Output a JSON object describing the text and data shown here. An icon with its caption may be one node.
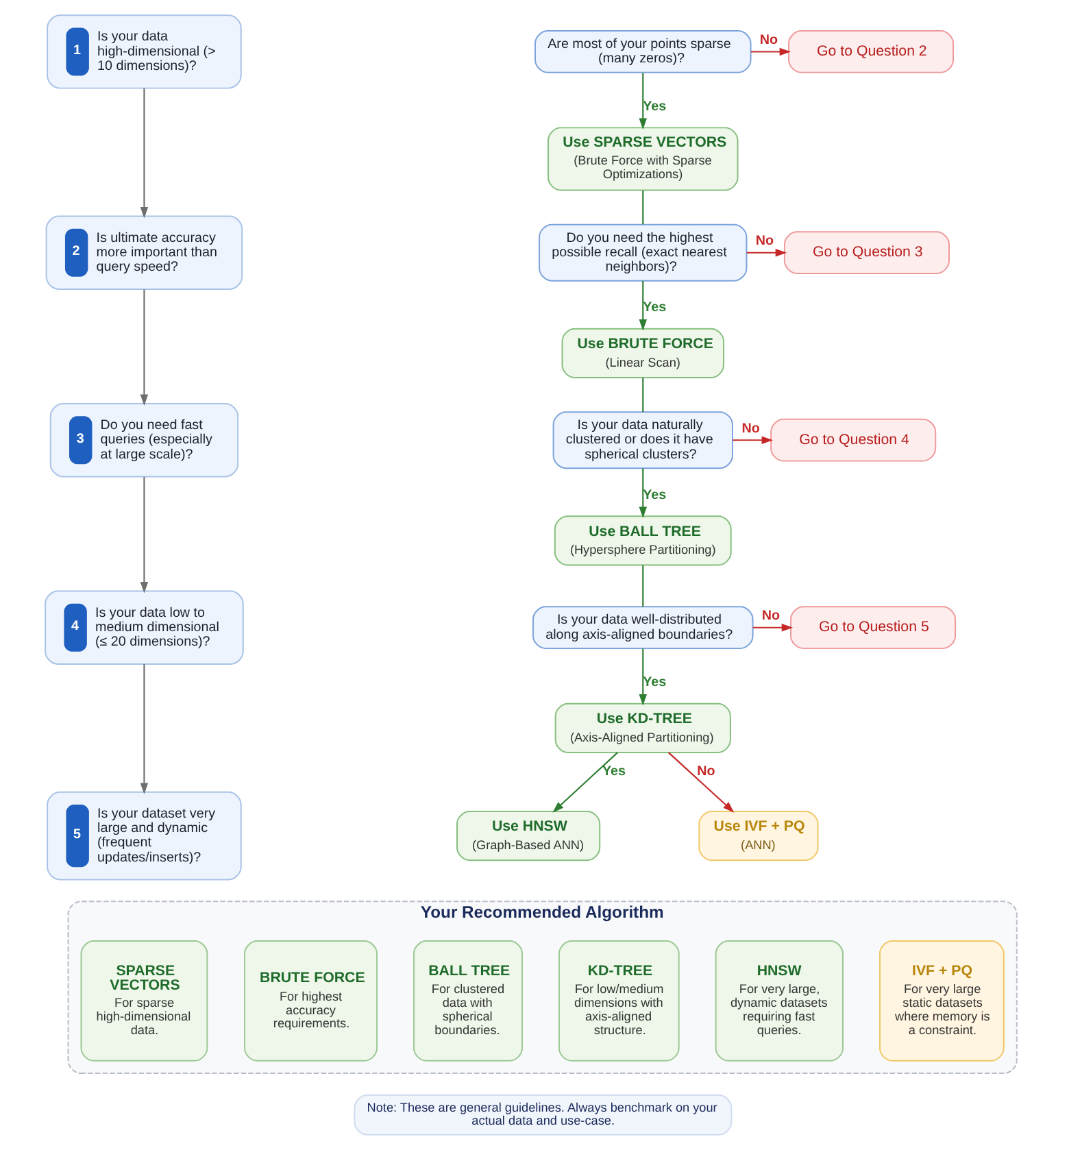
{
  "diagram": {
    "nodes": [
      {
        "text": [
          "1",
          "Is your data high-dimensional (> 10 dimensions)?"
        ]
      },
      {
        "text": [
          "2",
          "Is ultimate accuracy more important than query speed?"
        ]
      },
      {
        "text": [
          "3",
          "Do you need fast queries (especially at large scale)?"
        ]
      },
      {
        "text": [
          "4",
          "Is your data low to medium dimensional (≤ 20 dimensions)?"
        ]
      },
      {
        "text": [
          "5",
          "Is your dataset very large and dynamic (frequent updates/inserts)?"
        ]
      },
      {
        "text": [
          "Are most of your points sparse (many zeros)?"
        ]
      },
      {
        "text": [
          "Go to Question 2"
        ]
      },
      {
        "text": [
          "Use SPARSE VECTORS",
          "(Brute Force with Sparse Optimizations)"
        ]
      },
      {
        "text": [
          "Do you need the highest possible recall (exact nearest neighbors)?"
        ]
      },
      {
        "text": [
          "Go to Question 3"
        ]
      },
      {
        "text": [
          "Use BRUTE FORCE",
          "(Linear Scan)"
        ]
      },
      {
        "text": [
          "Is your data naturally clustered or does it have spherical clusters?"
        ]
      },
      {
        "text": [
          "Go to Question 4"
        ]
      },
      {
        "text": [
          "Use BALL TREE",
          "(Hypersphere Partitioning)"
        ]
      },
      {
        "text": [
          "Is your data well-distributed along axis-aligned boundaries?"
        ]
      },
      {
        "text": [
          "Go to Question 5"
        ]
      },
      {
        "text": [
          "Use KD-TREE",
          "(Axis-Aligned Partitioning)"
        ]
      },
      {
        "text": [
          "Use HNSW",
          "(Graph-Based ANN)"
        ]
      },
      {
        "text": [
          "Use IVF + PQ",
          "(ANN)"
        ]
      },
      {
        "text": [
          "Your Recommended Algorithm"
        ]
      },
      {
        "text": [
          "SPARSE VECTORS",
          "For sparse high-dimensional data."
        ],
        "in": 19
      },
      {
        "text": [
          "BRUTE FORCE",
          "For highest accuracy requirements."
        ],
        "in": 19
      },
      {
        "text": [
          "BALL TREE",
          "For clustered data with spherical boundaries."
        ],
        "in": 19
      },
      {
        "text": [
          "KD-TREE",
          "For low/medium dimensions with axis-aligned structure."
        ],
        "in": 19
      },
      {
        "text": [
          "HNSW",
          "For very large, dynamic datasets requiring fast queries."
        ],
        "in": 19
      },
      {
        "text": [
          "IVF + PQ",
          "For very large static datasets where memory is a constraint."
        ],
        "in": 19
      },
      {
        "text": [
          "Note: These are general guidelines. Always benchmark on your actual data and use-case."
        ]
      }
    ],
    "edges": [
      {
        "from": 0,
        "to": 1,
        "arrow": "to",
        "color": "#6e6e6e"
      },
      {
        "from": 1,
        "to": 2,
        "arrow": "to",
        "color": "#6e6e6e"
      },
      {
        "from": 2,
        "to": 3,
        "arrow": "to",
        "color": "#6e6e6e"
      },
      {
        "from": 3,
        "to": 4,
        "arrow": "to",
        "color": "#6e6e6e"
      },
      {
        "from": 5,
        "to": 6,
        "arrow": "to",
        "label": "No",
        "color": "#c62828"
      },
      {
        "from": 5,
        "to": 7,
        "arrow": "to",
        "label": "Yes"
      },
      {
        "from": 7,
        "to": 8,
        "arrow": "none"
      },
      {
        "from": 8,
        "to": 9,
        "arrow": "to",
        "label": "No",
        "color": "#c62828"
      },
      {
        "from": 8,
        "to": 10,
        "arrow": "to",
        "label": "Yes"
      },
      {
        "from": 10,
        "to": 11,
        "arrow": "none"
      },
      {
        "from": 11,
        "to": 12,
        "arrow": "to",
        "label": "No",
        "color": "#c62828"
      },
      {
        "from": 11,
        "to": 13,
        "arrow": "to",
        "label": "Yes"
      },
      {
        "from": 13,
        "to": 14,
        "arrow": "none"
      },
      {
        "from": 14,
        "to": 15,
        "arrow": "to",
        "label": "No",
        "color": "#c62828"
      },
      {
        "from": 14,
        "to": 16,
        "arrow": "to",
        "label": "Yes"
      },
      {
        "from": 16,
        "to": 17,
        "arrow": "to",
        "label": "Yes"
      },
      {
        "from": 16,
        "to": 18,
        "arrow": "to",
        "label": "No",
        "color": "#c62828"
      }
    ]
  }
}
